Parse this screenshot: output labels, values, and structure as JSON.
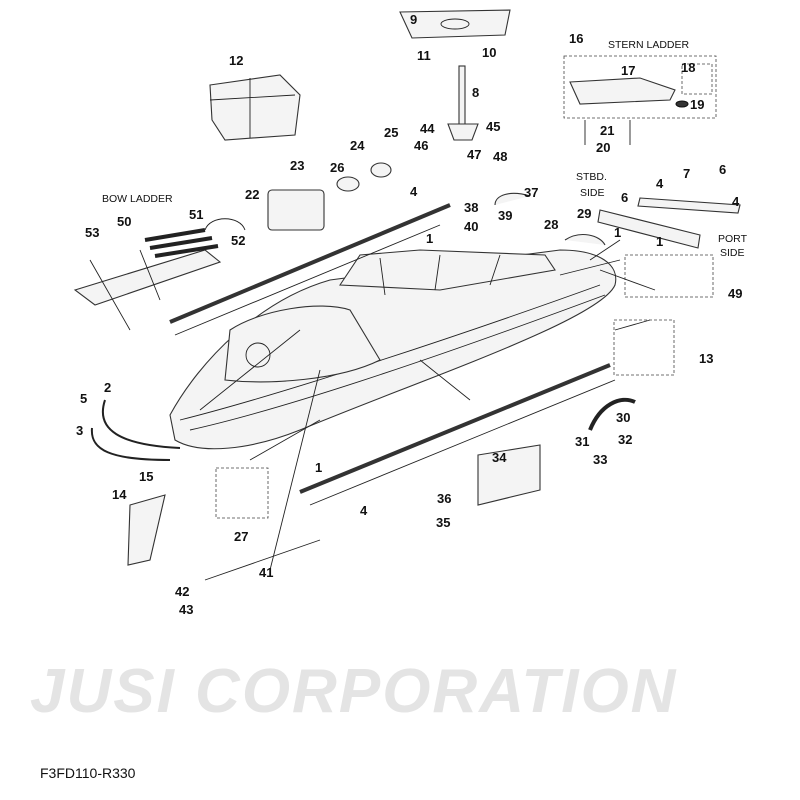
{
  "diagram_code": "F3FD110-R330",
  "watermark": "JUSI CORPORATION",
  "captions": {
    "stern_ladder": "STERN LADDER",
    "bow_ladder": "BOW LADDER",
    "stbd_side_1": "STBD.",
    "stbd_side_2": "SIDE",
    "port_side_1": "PORT",
    "port_side_2": "SIDE"
  },
  "callouts": {
    "c1a": "1",
    "c1b": "1",
    "c1c": "1",
    "c1d": "1",
    "c2": "2",
    "c3": "3",
    "c4a": "4",
    "c4b": "4",
    "c4c": "4",
    "c4d": "4",
    "c5": "5",
    "c6a": "6",
    "c6b": "6",
    "c7": "7",
    "c8": "8",
    "c9": "9",
    "c10": "10",
    "c11": "11",
    "c12": "12",
    "c13": "13",
    "c14": "14",
    "c15": "15",
    "c16": "16",
    "c17": "17",
    "c18": "18",
    "c19": "19",
    "c20": "20",
    "c21": "21",
    "c22": "22",
    "c23": "23",
    "c24": "24",
    "c25": "25",
    "c26": "26",
    "c27": "27",
    "c28": "28",
    "c29": "29",
    "c30": "30",
    "c31": "31",
    "c32": "32",
    "c33": "33",
    "c34": "34",
    "c35": "35",
    "c36": "36",
    "c37": "37",
    "c38": "38",
    "c39": "39",
    "c40": "40",
    "c41": "41",
    "c42": "42",
    "c43": "43",
    "c44": "44",
    "c45": "45",
    "c46": "46",
    "c47": "47",
    "c48": "48",
    "c49": "49",
    "c50": "50",
    "c51": "51",
    "c52": "52",
    "c53": "53"
  }
}
